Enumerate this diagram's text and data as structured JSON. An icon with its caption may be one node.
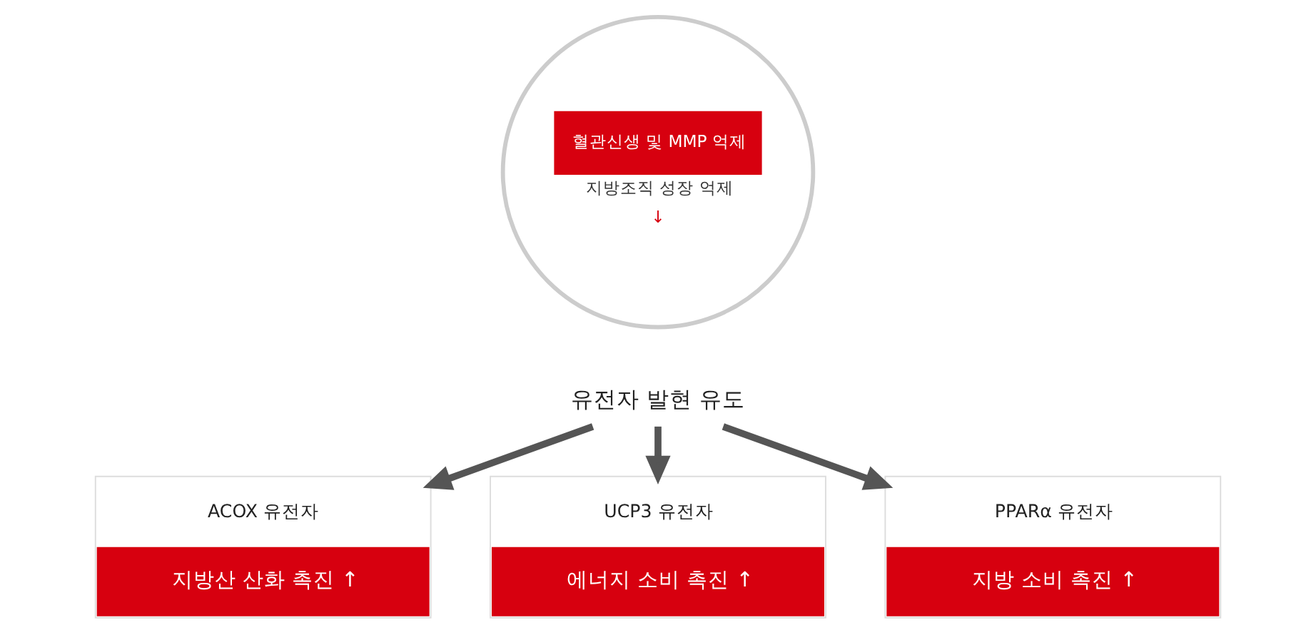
{
  "diagram": {
    "nodes": [
      {
        "text": [
          "혈관신생 및 MMP 억제",
          "지방조직 성장 억제",
          "↓"
        ]
      },
      {
        "text": [
          "유전자 발현 유도"
        ]
      },
      {
        "text": [
          "ACOX 유전자",
          "지방산 산화 촉진 ↑"
        ]
      },
      {
        "text": [
          "UCP3 유전자",
          "에너지 소비 촉진 ↑"
        ]
      },
      {
        "text": [
          "PPARα 유전자",
          "지방 소비 촉진 ↑"
        ]
      }
    ],
    "edges": [
      {
        "from": 1,
        "to": 2,
        "arrow": "to"
      },
      {
        "from": 1,
        "to": 3,
        "arrow": "to"
      },
      {
        "from": 1,
        "to": 4,
        "arrow": "to"
      }
    ]
  }
}
